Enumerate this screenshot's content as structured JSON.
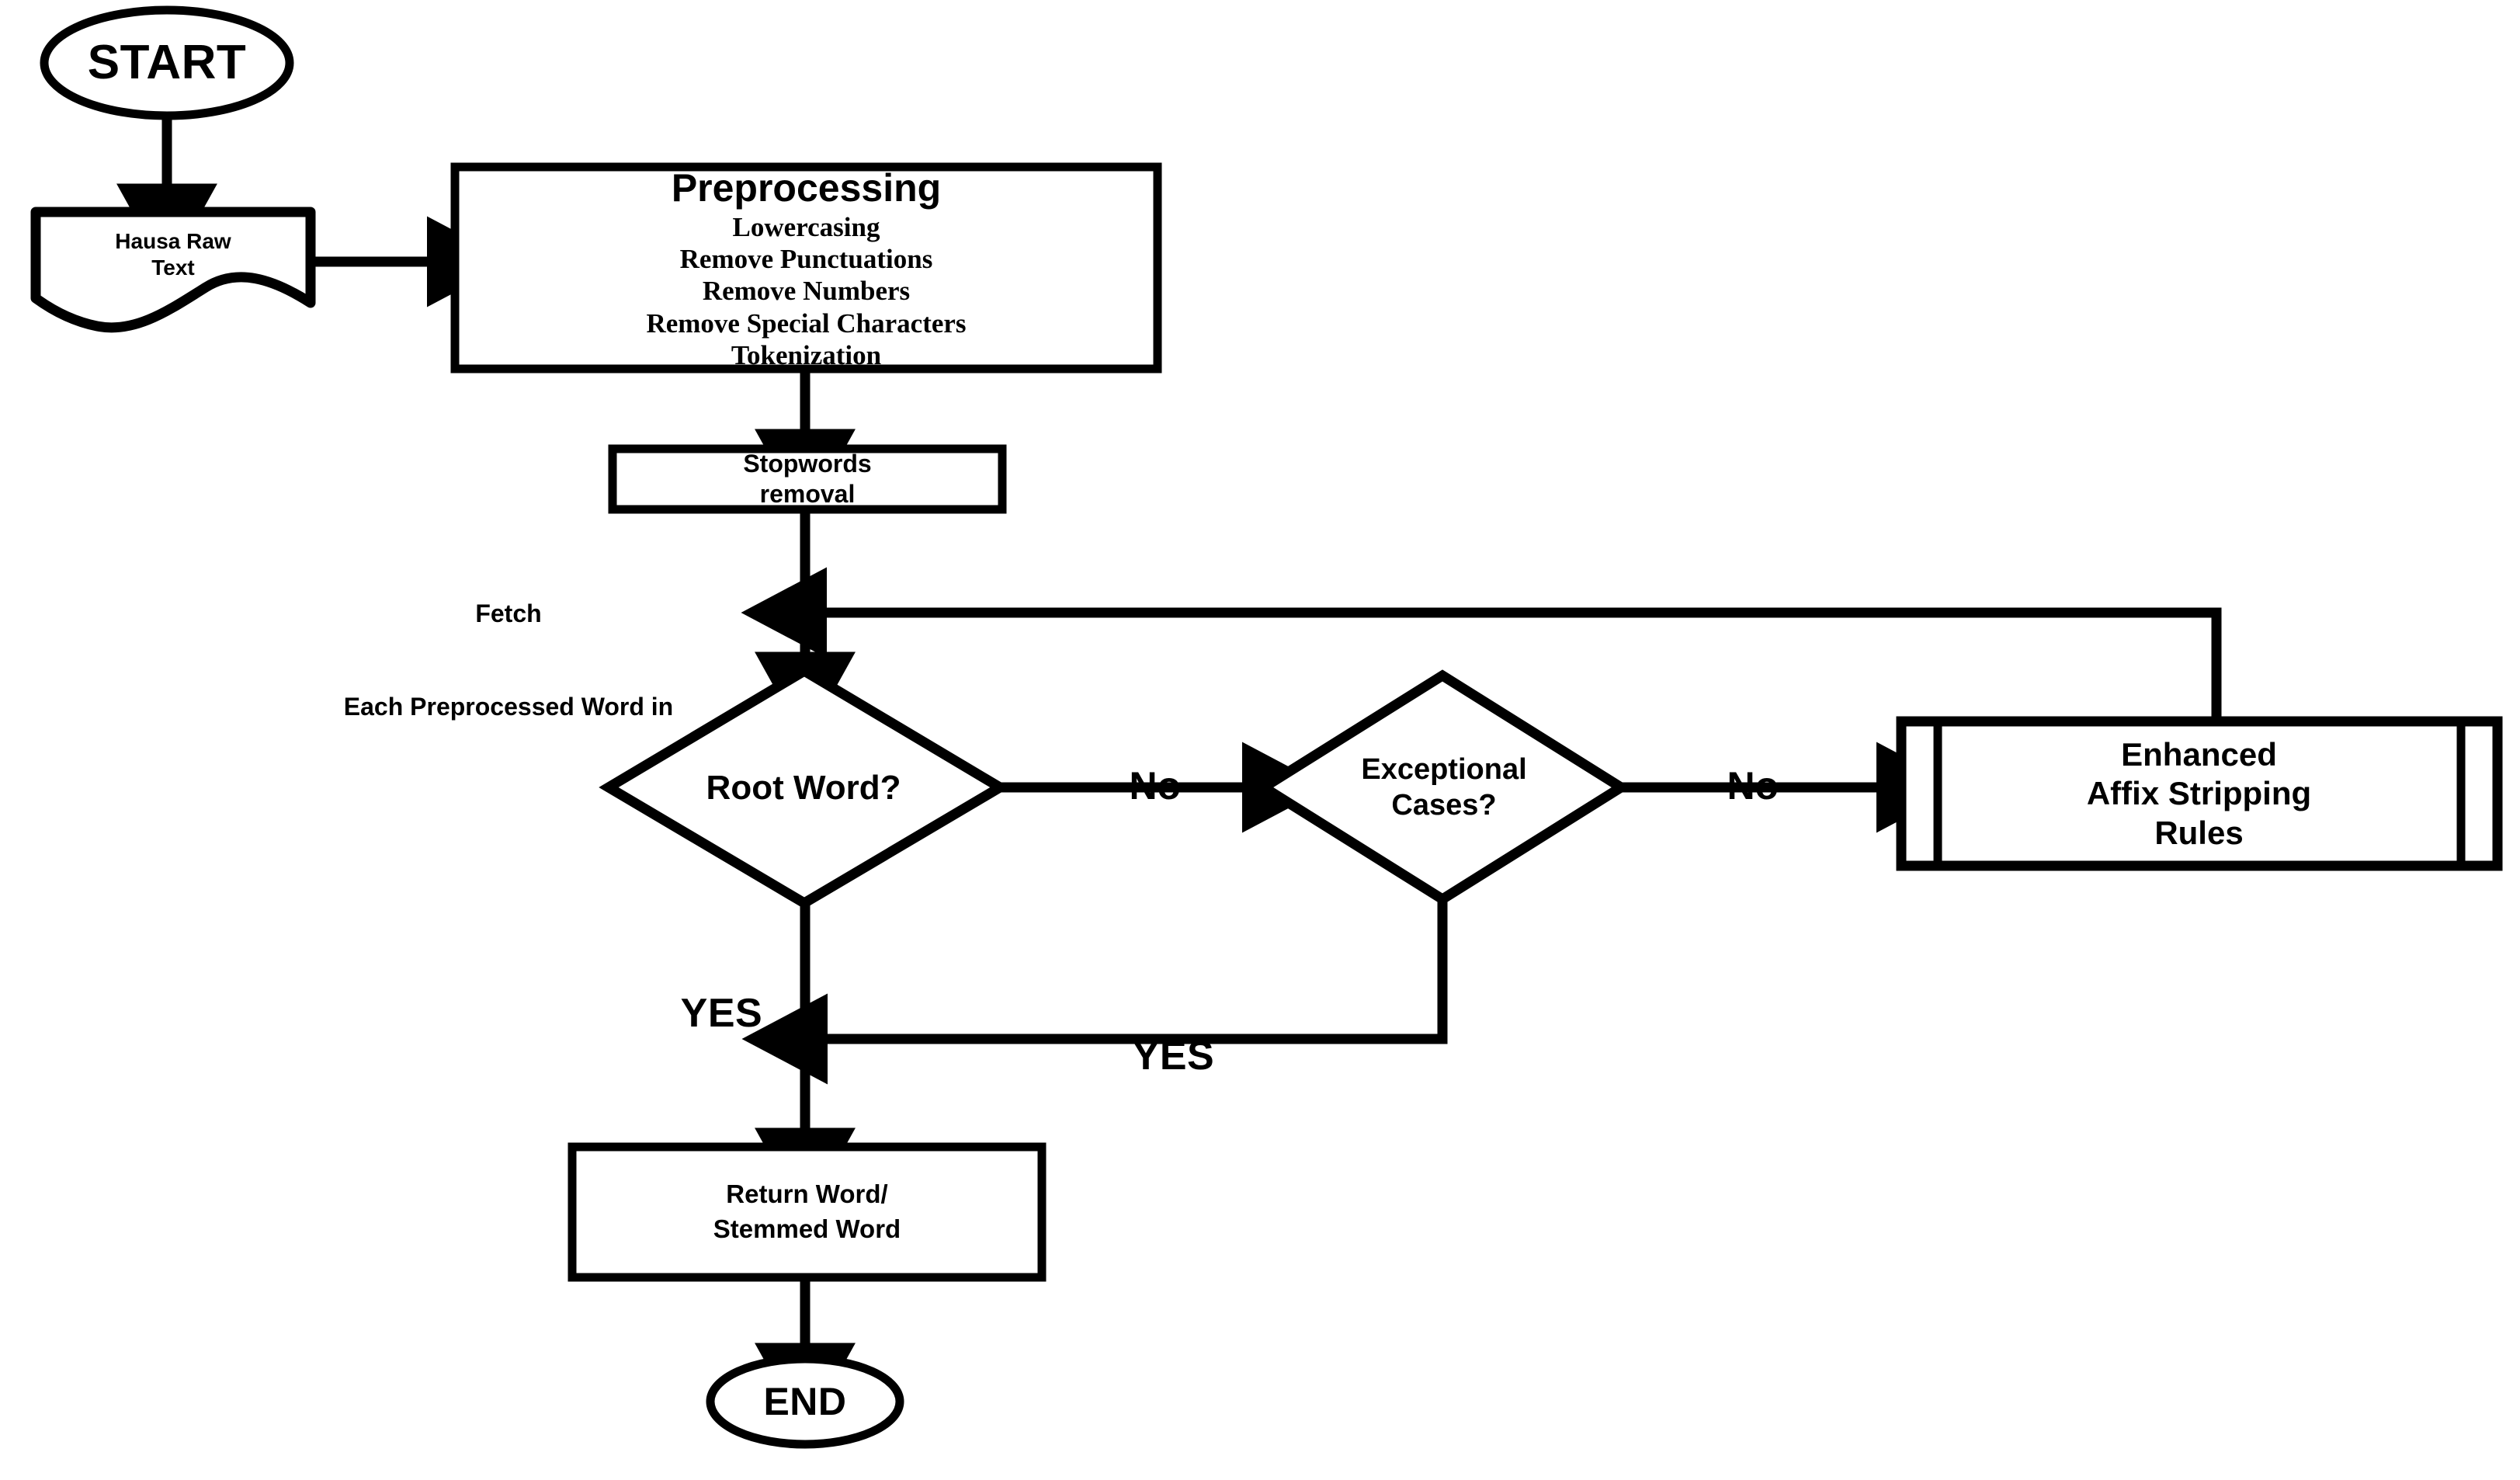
{
  "diagram": {
    "type": "flowchart",
    "title": "Hausa Text Stemming Process Flowchart",
    "orientation": "top-to-bottom",
    "background_color": "#ffffff",
    "line_color": "#000000",
    "text_color": "#000000"
  },
  "nodes": {
    "start": {
      "shape": "ellipse",
      "label": "START"
    },
    "raw_text": {
      "shape": "document",
      "line1": "Hausa Raw",
      "line2": "Text"
    },
    "preprocessing": {
      "shape": "rectangle",
      "title": "Preprocessing",
      "items": [
        "Lowercasing",
        "Remove Punctuations",
        "Remove Numbers",
        "Remove Special Characters",
        "Tokenization"
      ]
    },
    "stopwords": {
      "shape": "rectangle",
      "line1": "Stopwords",
      "line2": "removal"
    },
    "root_word": {
      "shape": "diamond",
      "label": "Root Word?"
    },
    "exceptional_cases": {
      "shape": "diamond",
      "line1": "Exceptional",
      "line2": "Cases?"
    },
    "affix_rules": {
      "shape": "predefined-process",
      "line1": "Enhanced",
      "line2": "Affix Stripping",
      "line3": "Rules"
    },
    "return_word": {
      "shape": "rectangle",
      "line1": "Return Word/",
      "line2": "Stemmed Word"
    },
    "end": {
      "shape": "ellipse",
      "label": "END"
    }
  },
  "edge_labels": {
    "fetch_line1": "Fetch",
    "fetch_line2": "Each Preprocessed Word in",
    "root_no": "No",
    "exceptional_no": "No",
    "root_yes": "YES",
    "exceptional_yes": "YES"
  },
  "edges": [
    {
      "from": "start",
      "to": "raw_text",
      "label": ""
    },
    {
      "from": "raw_text",
      "to": "preprocessing",
      "label": ""
    },
    {
      "from": "preprocessing",
      "to": "stopwords",
      "label": ""
    },
    {
      "from": "stopwords",
      "to": "root_word",
      "label": "Fetch Each Preprocessed Word in"
    },
    {
      "from": "root_word",
      "to": "exceptional_cases",
      "label": "No"
    },
    {
      "from": "exceptional_cases",
      "to": "affix_rules",
      "label": "No"
    },
    {
      "from": "affix_rules",
      "to": "root_word",
      "label": ""
    },
    {
      "from": "root_word",
      "to": "return_word",
      "label": "YES"
    },
    {
      "from": "exceptional_cases",
      "to": "return_word",
      "label": "YES"
    },
    {
      "from": "return_word",
      "to": "end",
      "label": ""
    }
  ]
}
